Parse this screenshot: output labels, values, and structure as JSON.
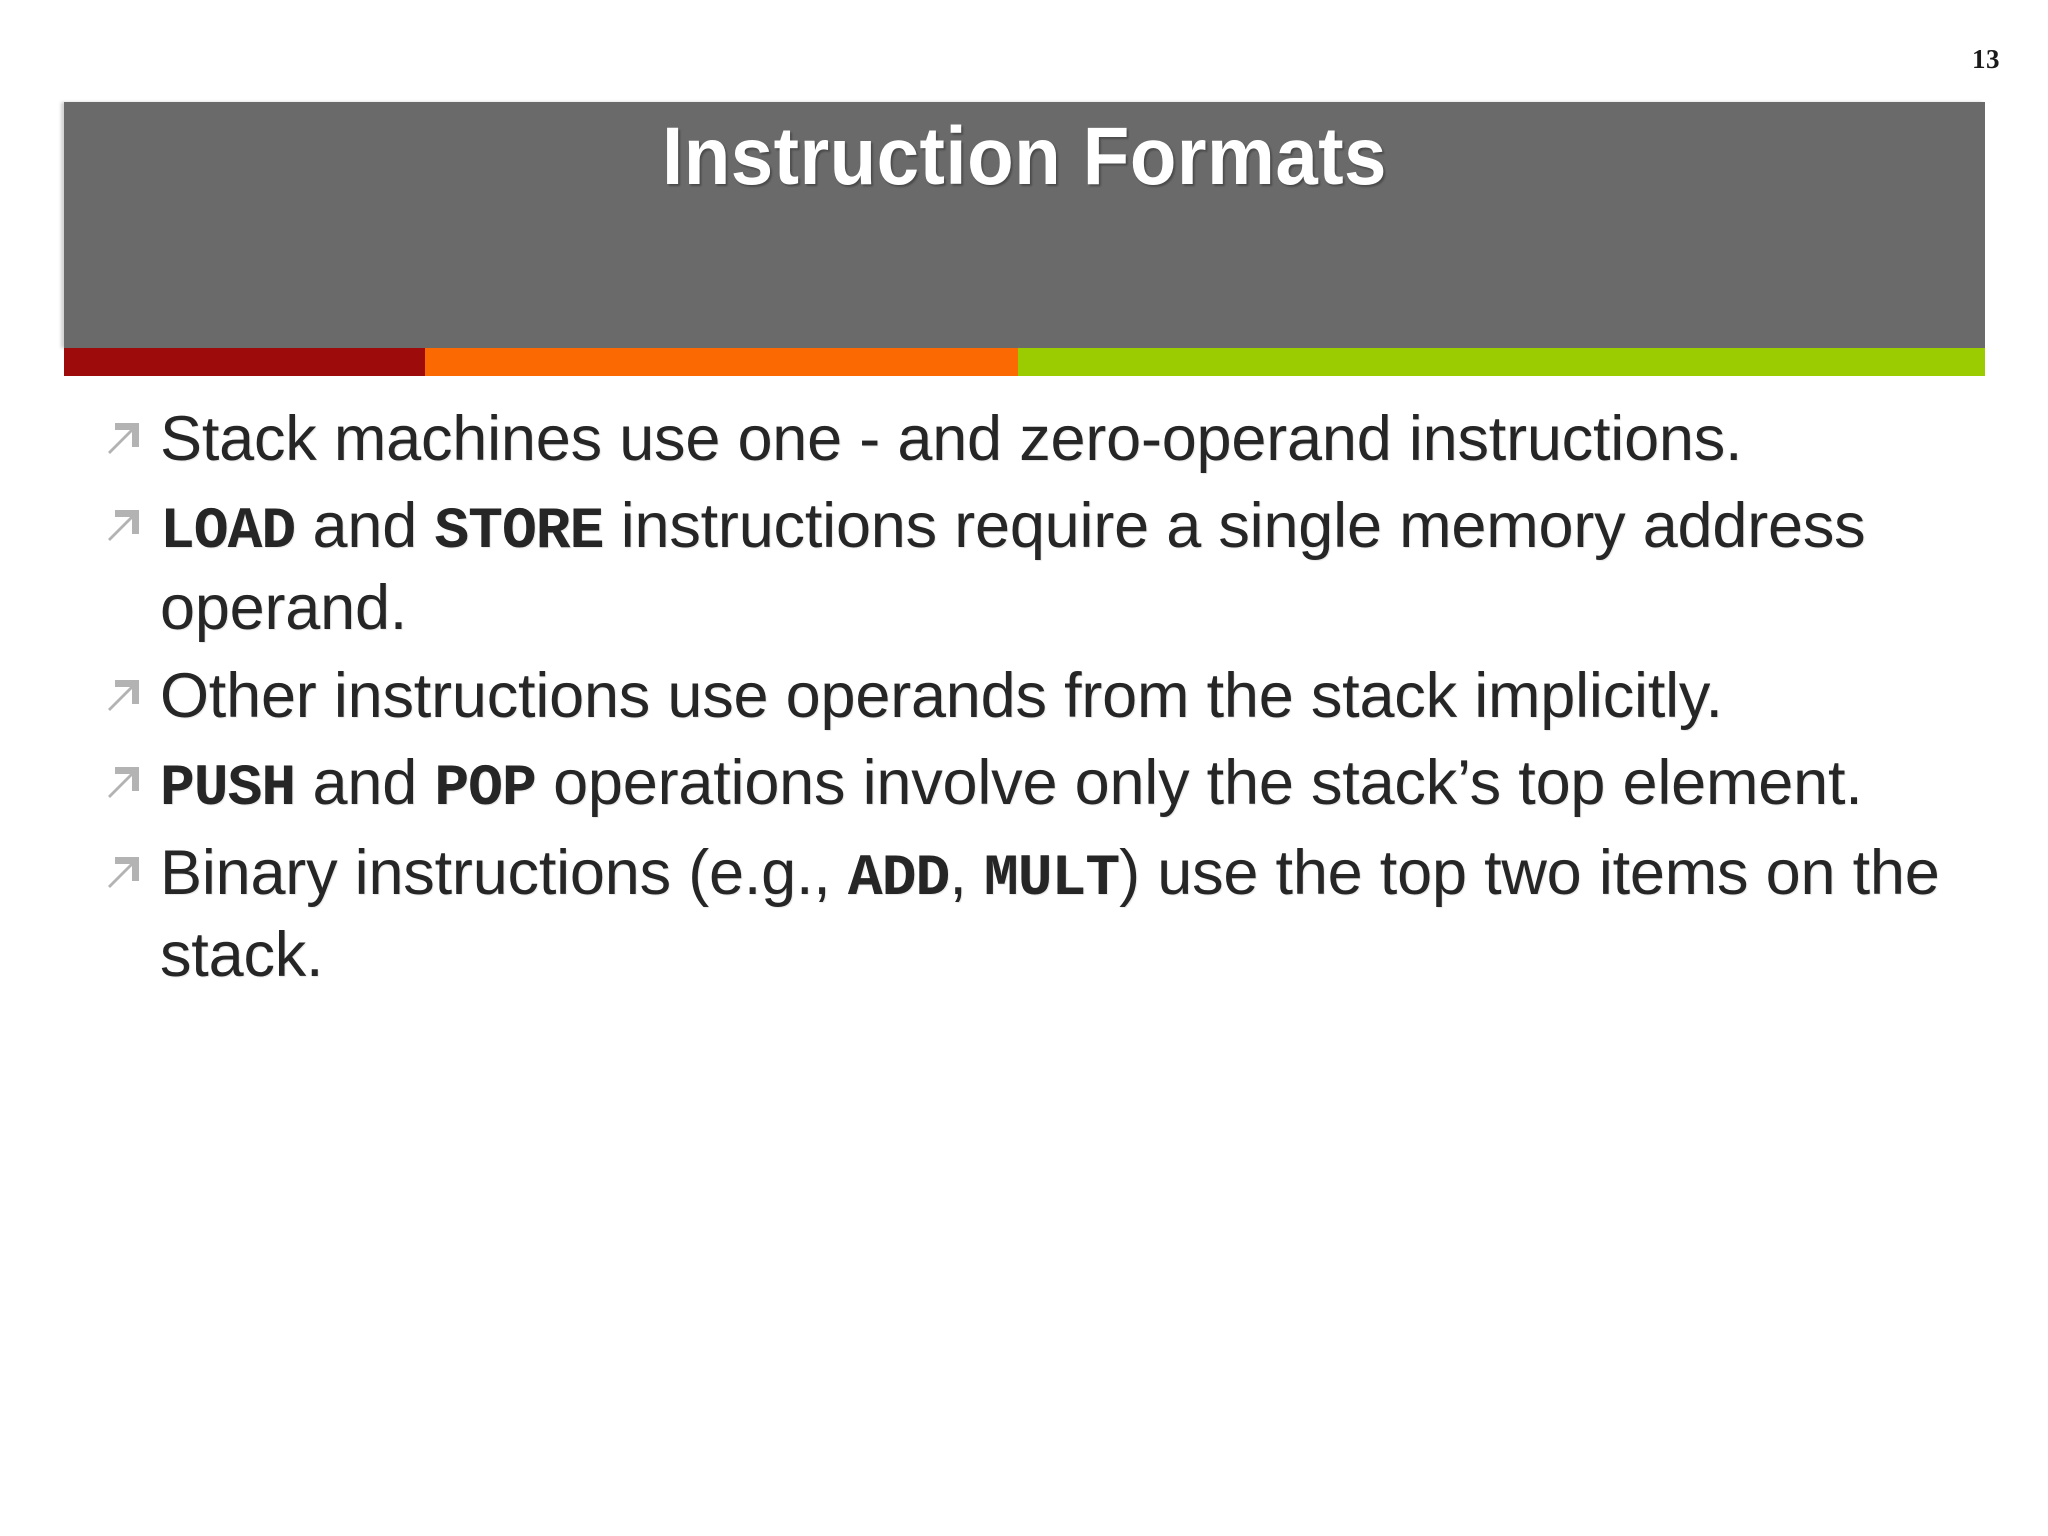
{
  "slide": {
    "number": "13",
    "title": "Instruction Formats",
    "accent_colors": {
      "banner_gray": "#6a6a6a",
      "stripe_red": "#9e0b0b",
      "stripe_orange": "#fb6a02",
      "stripe_green": "#9bcc02",
      "bullet_marker": "#b3b3b3",
      "body_text": "#262626",
      "title_text": "#ffffff"
    },
    "bullet_marker_icon": "arrow-up-right-icon",
    "bullets": [
      {
        "marker": "arrow-up-right-icon",
        "parts": [
          {
            "style": "normal",
            "text": "Stack machines use one - and zero-operand instructions."
          }
        ],
        "plain": "Stack machines use one - and zero-operand instructions."
      },
      {
        "marker": "arrow-up-right-icon",
        "parts": [
          {
            "style": "mono",
            "text": "LOAD"
          },
          {
            "style": "normal",
            "text": " and "
          },
          {
            "style": "mono",
            "text": "STORE"
          },
          {
            "style": "normal",
            "text": " instructions require a single memory address operand."
          }
        ],
        "plain": "LOAD and STORE instructions require a single memory address operand."
      },
      {
        "marker": "arrow-up-right-icon",
        "parts": [
          {
            "style": "normal",
            "text": "Other instructions use operands from the stack implicitly."
          }
        ],
        "plain": "Other instructions use operands from the stack implicitly."
      },
      {
        "marker": "arrow-up-right-icon",
        "parts": [
          {
            "style": "mono",
            "text": "PUSH"
          },
          {
            "style": "normal",
            "text": " and "
          },
          {
            "style": "mono",
            "text": "POP"
          },
          {
            "style": "normal",
            "text": " operations involve only the stack’s top element."
          }
        ],
        "plain": "PUSH and POP operations involve only the stack’s top element."
      },
      {
        "marker": "arrow-up-right-icon",
        "parts": [
          {
            "style": "normal",
            "text": "Binary instructions (e.g., "
          },
          {
            "style": "mono",
            "text": "ADD"
          },
          {
            "style": "normal",
            "text": ", "
          },
          {
            "style": "mono",
            "text": "MULT"
          },
          {
            "style": "normal",
            "text": ") use the top two items on the stack."
          }
        ],
        "plain": "Binary instructions (e.g., ADD, MULT) use the top two items on the stack."
      }
    ]
  }
}
